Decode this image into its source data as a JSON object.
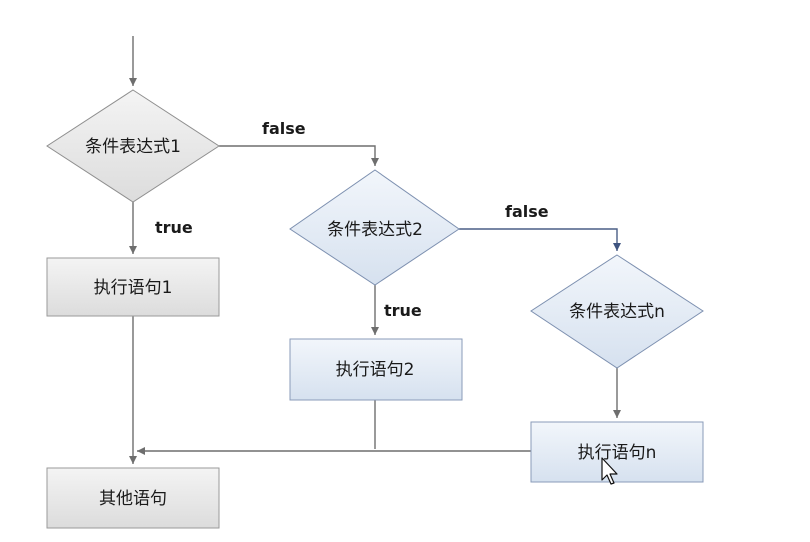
{
  "nodes": {
    "cond1": "条件表达式1",
    "cond2": "条件表达式2",
    "condn": "条件表达式n",
    "stmt1": "执行语句1",
    "stmt2": "执行语句2",
    "stmtn": "执行语句n",
    "other": "其他语句"
  },
  "edges": {
    "cond1_false": "false",
    "cond2_false": "false",
    "cond1_true": "true",
    "cond2_true": "true"
  },
  "colors": {
    "diamond_fill": "#e2e2e2",
    "diamond_blue_fill": "#e4ecf6",
    "box_fill": "#f1f1f1",
    "box_blue_fill": "#e8eef7",
    "line": "#6e6e6e",
    "line_blue": "#4a5e86"
  }
}
